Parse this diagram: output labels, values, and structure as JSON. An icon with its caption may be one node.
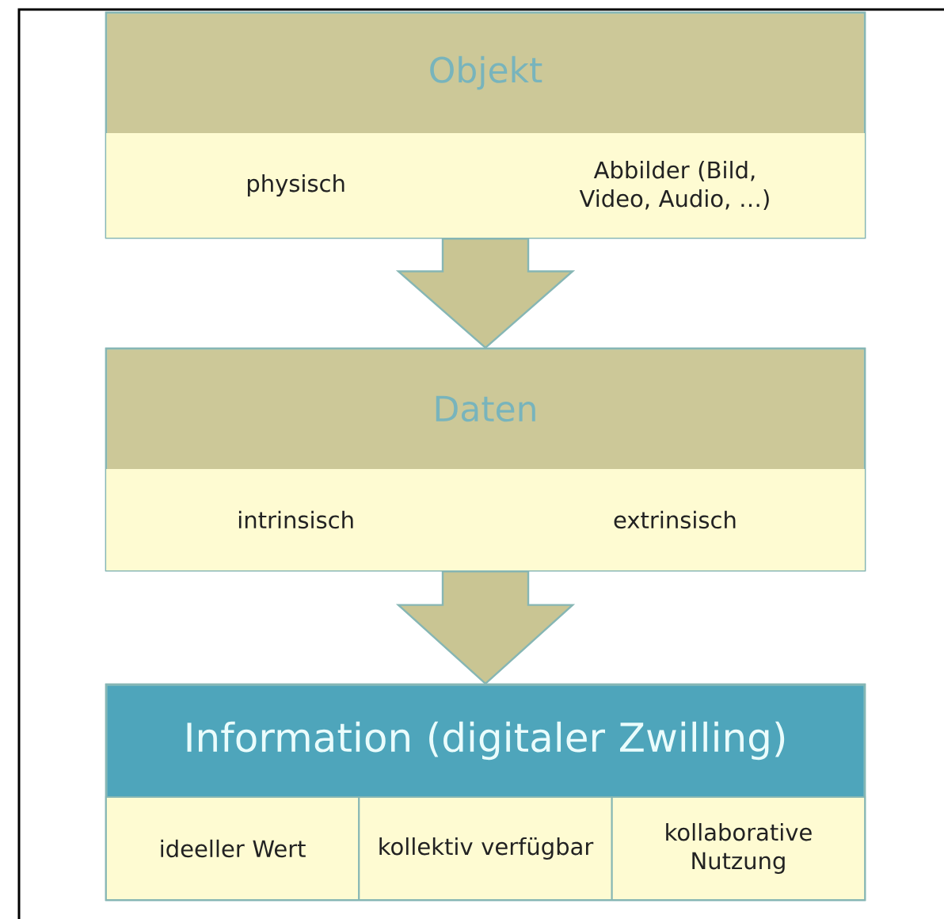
{
  "diagram": {
    "nodes": [
      {
        "text": [
          "Objekt"
        ]
      },
      {
        "text": [
          "physisch"
        ],
        "in": 0
      },
      {
        "text": [
          "Abbilder (Bild, Video, Audio, …)"
        ],
        "in": 0
      },
      {
        "text": [
          "Daten"
        ]
      },
      {
        "text": [
          "intrinsisch"
        ],
        "in": 3
      },
      {
        "text": [
          "extrinsisch"
        ],
        "in": 3
      },
      {
        "text": [
          "Information (digitaler Zwilling)"
        ]
      },
      {
        "text": [
          "ideeller Wert"
        ],
        "in": 6
      },
      {
        "text": [
          "kollektiv verfügbar"
        ],
        "in": 6
      },
      {
        "text": [
          "kollaborative Nutzung"
        ],
        "in": 6
      }
    ],
    "edges": [
      {
        "from": 0,
        "to": 3,
        "arrow": "to"
      },
      {
        "from": 3,
        "to": 6,
        "arrow": "to"
      }
    ]
  }
}
